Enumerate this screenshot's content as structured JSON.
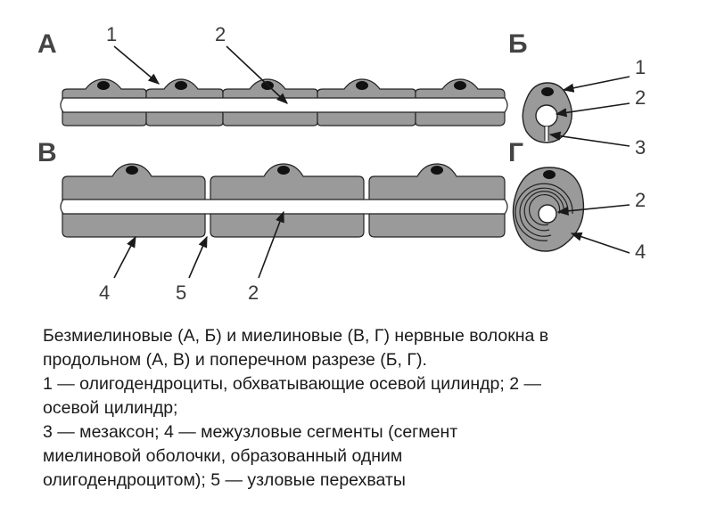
{
  "panels": {
    "a": "А",
    "b": "Б",
    "v": "В",
    "g": "Г"
  },
  "callouts": {
    "a_1": "1",
    "a_2": "2",
    "b_1": "1",
    "b_2": "2",
    "b_3": "3",
    "g_2": "2",
    "g_4": "4",
    "v_4": "4",
    "v_5": "5",
    "v_2": "2"
  },
  "caption": {
    "line1": "Безмиелиновые (А, Б) и миелиновые (В, Г) нервные волокна в",
    "line2": "продольном (А, В) и поперечном разрезе (Б, Г).",
    "line3": "1 — олигодендроциты, обхватывающие осевой цилиндр; 2 —",
    "line4": "осевой цилиндр;",
    "line5": "3 —  мезаксон;  4 —  межузловые сегменты  (сегмент",
    "line6": "миелиновой оболочки, образованный одним",
    "line7": "олигодендроцитом); 5 — узловые перехваты"
  },
  "colors": {
    "sheath": "#9a9a9a",
    "sheath_dark": "#787878",
    "axon": "#ffffff",
    "nucleus": "#111111",
    "outline": "#222222"
  }
}
